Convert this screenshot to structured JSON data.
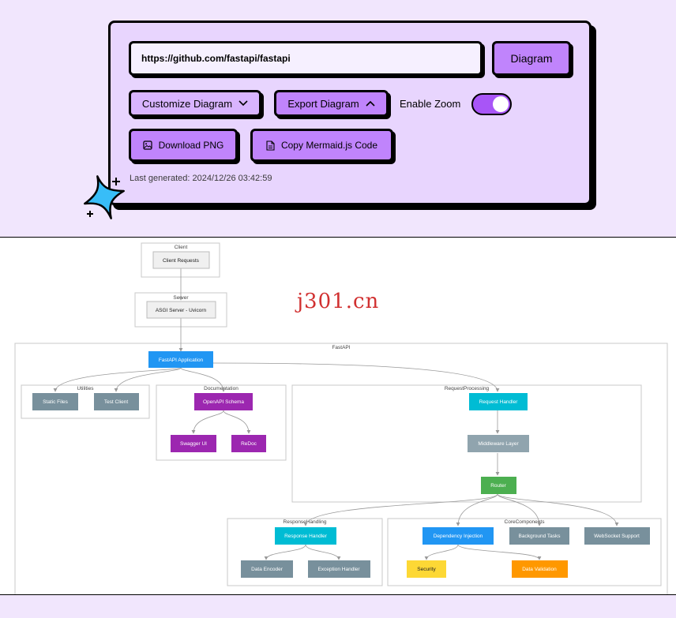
{
  "controls": {
    "repo_url": "https://github.com/fastapi/fastapi",
    "diagram_button": "Diagram",
    "customize_button": "Customize Diagram",
    "export_button": "Export Diagram",
    "enable_zoom_label": "Enable Zoom",
    "enable_zoom_on": true,
    "download_png_button": "Download PNG",
    "copy_mermaid_button": "Copy Mermaid.js Code",
    "last_generated": "Last generated: 2024/12/26 03:42:59"
  },
  "colors": {
    "panel_bg": "#e8d5fe",
    "button_purple": "#c084fc",
    "button_light": "#d8b4fe",
    "toggle_on": "#a855f7",
    "sparkle": "#38bdf8"
  },
  "watermark": "j301.cn",
  "diagram": {
    "groups": {
      "client": "Client",
      "server": "Server",
      "fastapi": "FastAPI",
      "utilities": "Utilities",
      "documentation": "Documentation",
      "request_processing": "RequestProcessing",
      "response_handling": "ResponseHandling",
      "core_components": "CoreComponents"
    },
    "nodes": {
      "client_requests": "Client Requests",
      "asgi_server": "ASGI Server - Uvicorn",
      "fastapi_app": "FastAPI Application",
      "static_files": "Static Files",
      "test_client": "Test Client",
      "openapi_schema": "OpenAPI Schema",
      "swagger_ui": "Swagger UI",
      "redoc": "ReDoc",
      "request_handler": "Request Handler",
      "middleware_layer": "Middleware Layer",
      "router": "Router",
      "response_handler": "Response Handler",
      "data_encoder": "Data Encoder",
      "exception_handler": "Exception Handler",
      "dependency_injection": "Dependency Injection",
      "background_tasks": "Background Tasks",
      "websocket_support": "WebSocket Support",
      "security": "Security",
      "data_validation": "Data Validation"
    }
  }
}
